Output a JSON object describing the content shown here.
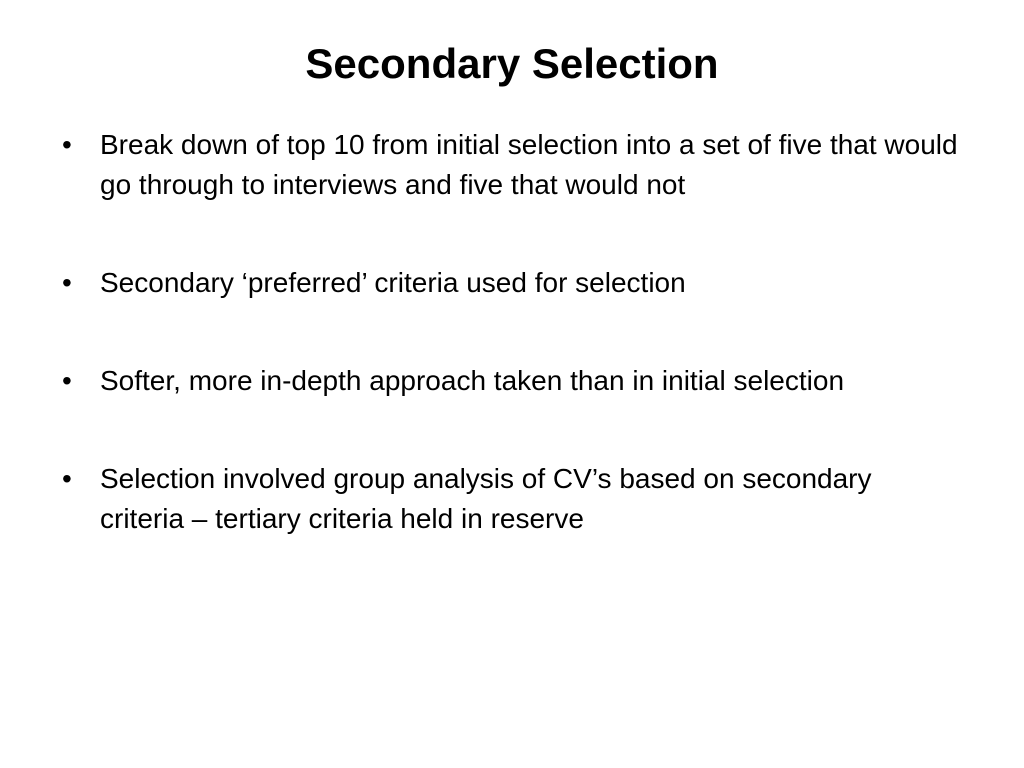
{
  "slide": {
    "title": "Secondary Selection",
    "bullet_glyph": "•",
    "bullets": [
      "Break down of top 10 from initial selection into a set of five that would go through to interviews and five that would not",
      "Secondary ‘preferred’ criteria used for selection",
      "Softer, more in-depth approach taken than in initial selection",
      "Selection involved group analysis of CV’s based on secondary criteria – tertiary criteria held in reserve"
    ]
  }
}
